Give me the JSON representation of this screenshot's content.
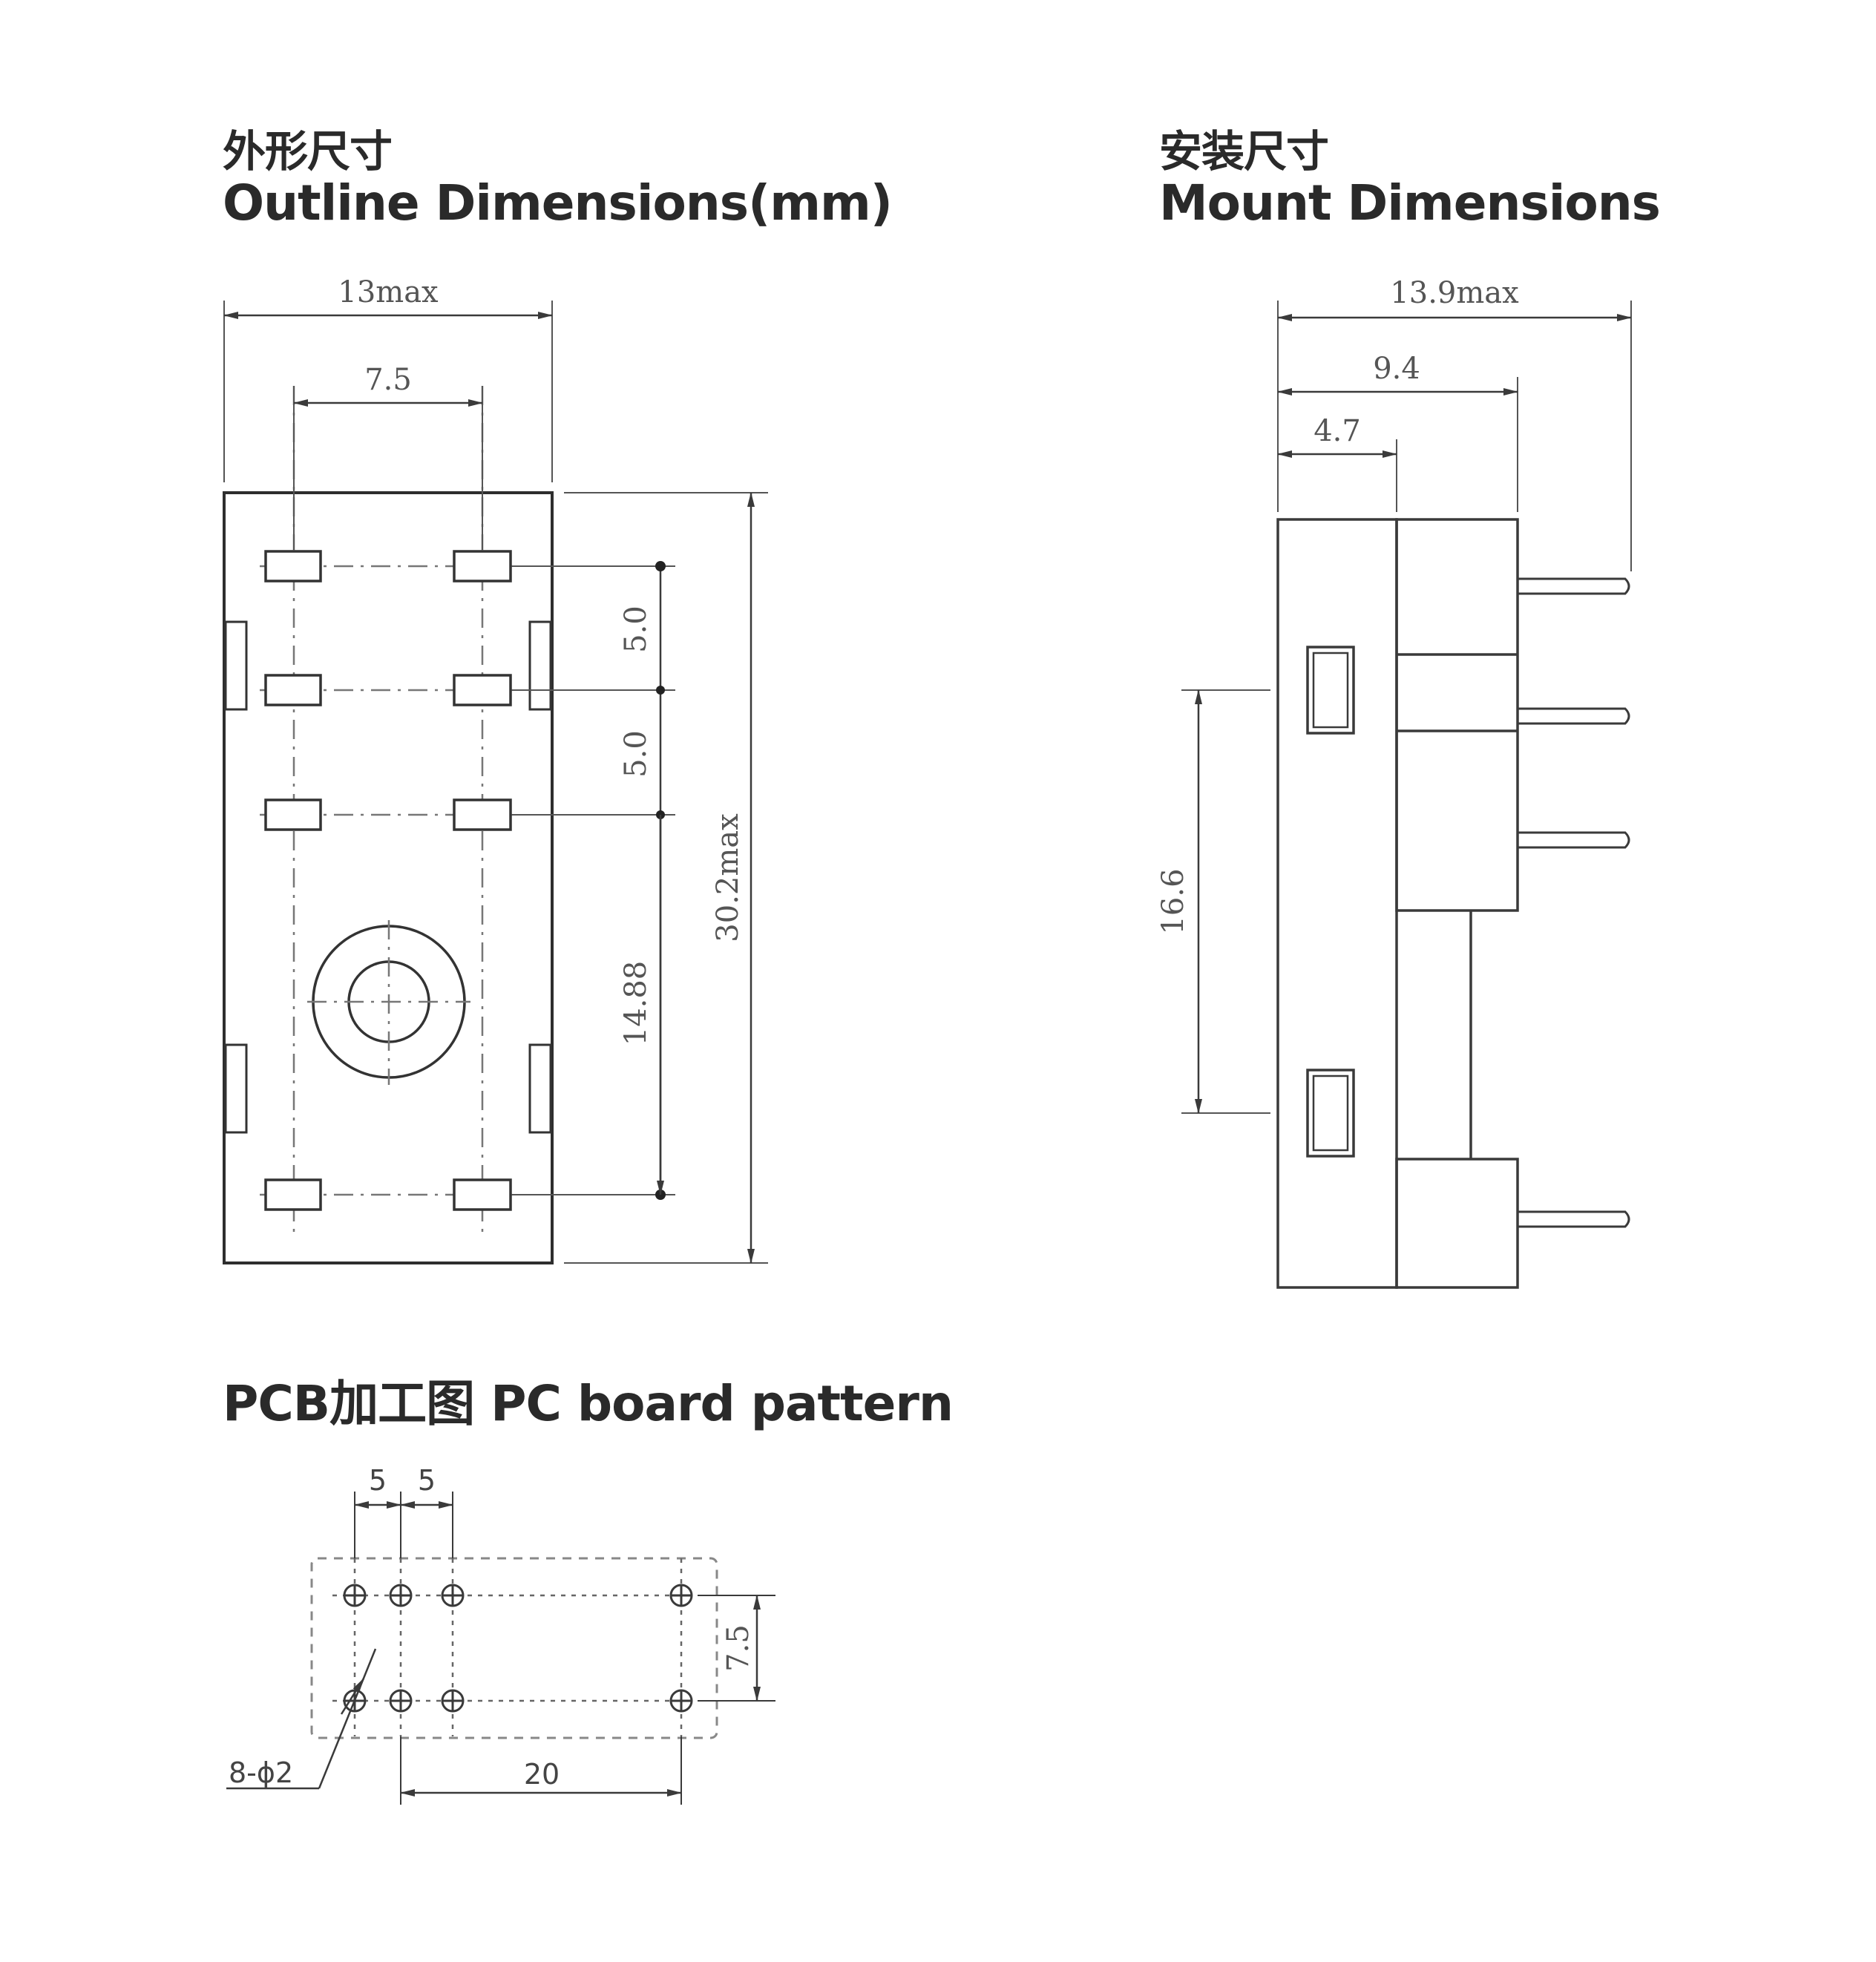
{
  "outline": {
    "title_cn": "外形尺寸",
    "title_en": "Outline Dimensions(mm)",
    "dims": {
      "width": "13max",
      "pin_spacing_x": "7.5",
      "pitch_1": "5.0",
      "pitch_2": "5.0",
      "pitch_3": "14.88",
      "height": "30.2max"
    }
  },
  "mount": {
    "title_cn": "安装尺寸",
    "title_en": "Mount Dimensions",
    "dims": {
      "total": "13.9max",
      "mid": "9.4",
      "small": "4.7",
      "clip_span": "16.6"
    }
  },
  "pcb": {
    "title": "PCB加工图 PC board pattern",
    "dims": {
      "pitch_a": "5",
      "pitch_b": "5",
      "row_gap": "7.5",
      "span": "20",
      "hole": "8-ϕ2"
    }
  },
  "colors": {
    "line": "#3a3a3a",
    "dim": "#555555",
    "background": "#ffffff"
  }
}
